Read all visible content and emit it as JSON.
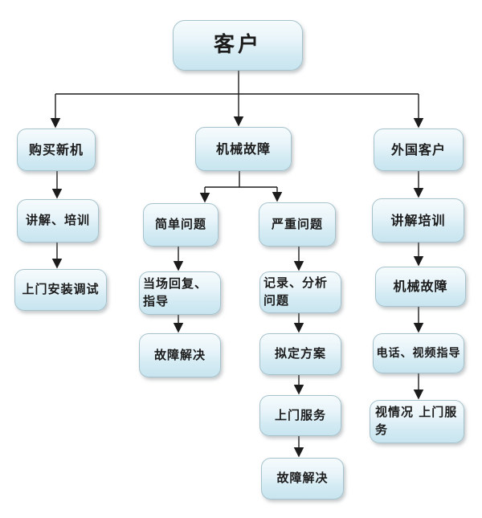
{
  "diagram": {
    "type": "flowchart",
    "background_color": "#ffffff",
    "node_fill_top": "#f6fbfd",
    "node_fill_bottom": "#c8e5ef",
    "node_border_color": "#a6c3cd",
    "connector_color": "#1c1c1c",
    "text_color": "#1c1c1c"
  },
  "nodes": {
    "customer": "客户",
    "buy_new_machine": "购买新机",
    "mechanical_fault": "机械故障",
    "foreign_customer": "外国客户",
    "explain_training_left": "讲解、培训",
    "simple_problem": "简单问题",
    "serious_problem": "严重问题",
    "explain_training_right": "讲解培训",
    "onsite_install": "上门安装调试",
    "onsite_reply": "当场回复、指导",
    "record_analyze": "记录、分析问题",
    "fault_solved_simple": "故障解决",
    "draft_plan": "拟定方案",
    "mechanical_fault_right": "机械故障",
    "phone_video": "电话、视频指导",
    "onsite_service": "上门服务",
    "situational_onsite": "视情况 上门服务",
    "fault_solved_serious": "故障解决"
  },
  "edges": [
    {
      "from": "customer",
      "to": "buy_new_machine"
    },
    {
      "from": "customer",
      "to": "mechanical_fault"
    },
    {
      "from": "customer",
      "to": "foreign_customer"
    },
    {
      "from": "buy_new_machine",
      "to": "explain_training_left"
    },
    {
      "from": "explain_training_left",
      "to": "onsite_install"
    },
    {
      "from": "mechanical_fault",
      "to": "simple_problem"
    },
    {
      "from": "mechanical_fault",
      "to": "serious_problem"
    },
    {
      "from": "simple_problem",
      "to": "onsite_reply"
    },
    {
      "from": "onsite_reply",
      "to": "fault_solved_simple"
    },
    {
      "from": "serious_problem",
      "to": "record_analyze"
    },
    {
      "from": "record_analyze",
      "to": "draft_plan"
    },
    {
      "from": "draft_plan",
      "to": "onsite_service"
    },
    {
      "from": "onsite_service",
      "to": "fault_solved_serious"
    },
    {
      "from": "foreign_customer",
      "to": "explain_training_right"
    },
    {
      "from": "explain_training_right",
      "to": "mechanical_fault_right"
    },
    {
      "from": "mechanical_fault_right",
      "to": "phone_video"
    },
    {
      "from": "phone_video",
      "to": "situational_onsite"
    }
  ]
}
